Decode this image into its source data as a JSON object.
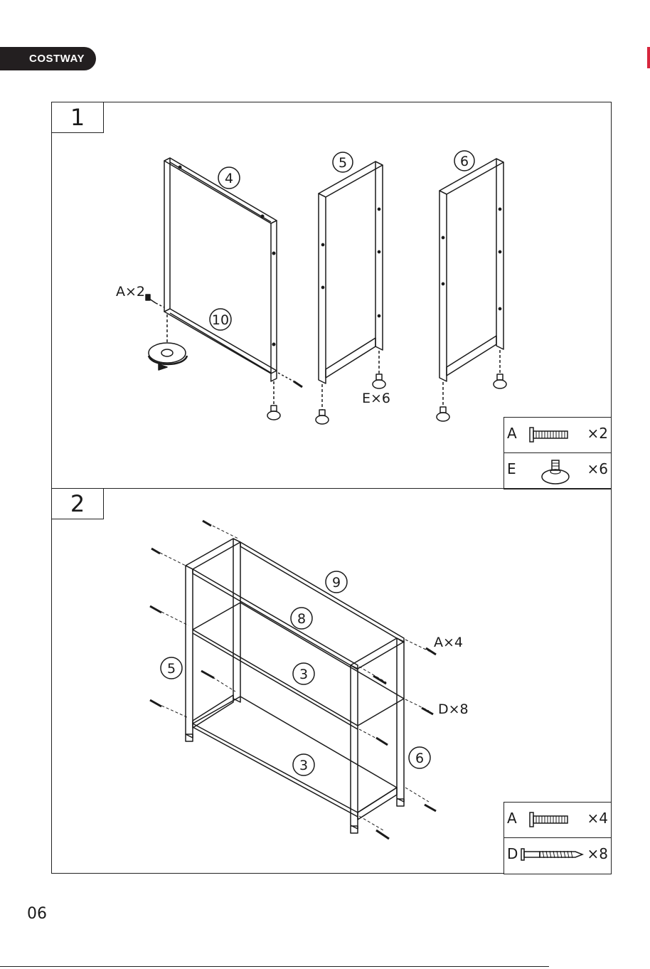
{
  "brand": {
    "name": "COSTWAY"
  },
  "step1": {
    "number": "1",
    "callouts": {
      "part4": "4",
      "part5": "5",
      "part6": "6",
      "part10": "10",
      "qty_a": "A×2",
      "qty_e": "E×6"
    },
    "legend": [
      {
        "letter": "A",
        "icon": "bolt-icon",
        "qty": "×2"
      },
      {
        "letter": "E",
        "icon": "leveling-foot-icon",
        "qty": "×6"
      }
    ]
  },
  "step2": {
    "number": "2",
    "callouts": {
      "part9": "9",
      "part8": "8",
      "part5": "5",
      "part3_top": "3",
      "part3_bottom": "3",
      "part6": "6",
      "qty_a": "A×4",
      "qty_d": "D×8"
    },
    "legend": [
      {
        "letter": "A",
        "icon": "bolt-icon",
        "qty": "×4"
      },
      {
        "letter": "D",
        "icon": "screw-icon",
        "qty": "×8"
      }
    ]
  },
  "footer": {
    "page_number": "06"
  },
  "colors": {
    "ink": "#1a1a1a",
    "logo_bg": "#231f20",
    "accent": "#d7263d"
  }
}
